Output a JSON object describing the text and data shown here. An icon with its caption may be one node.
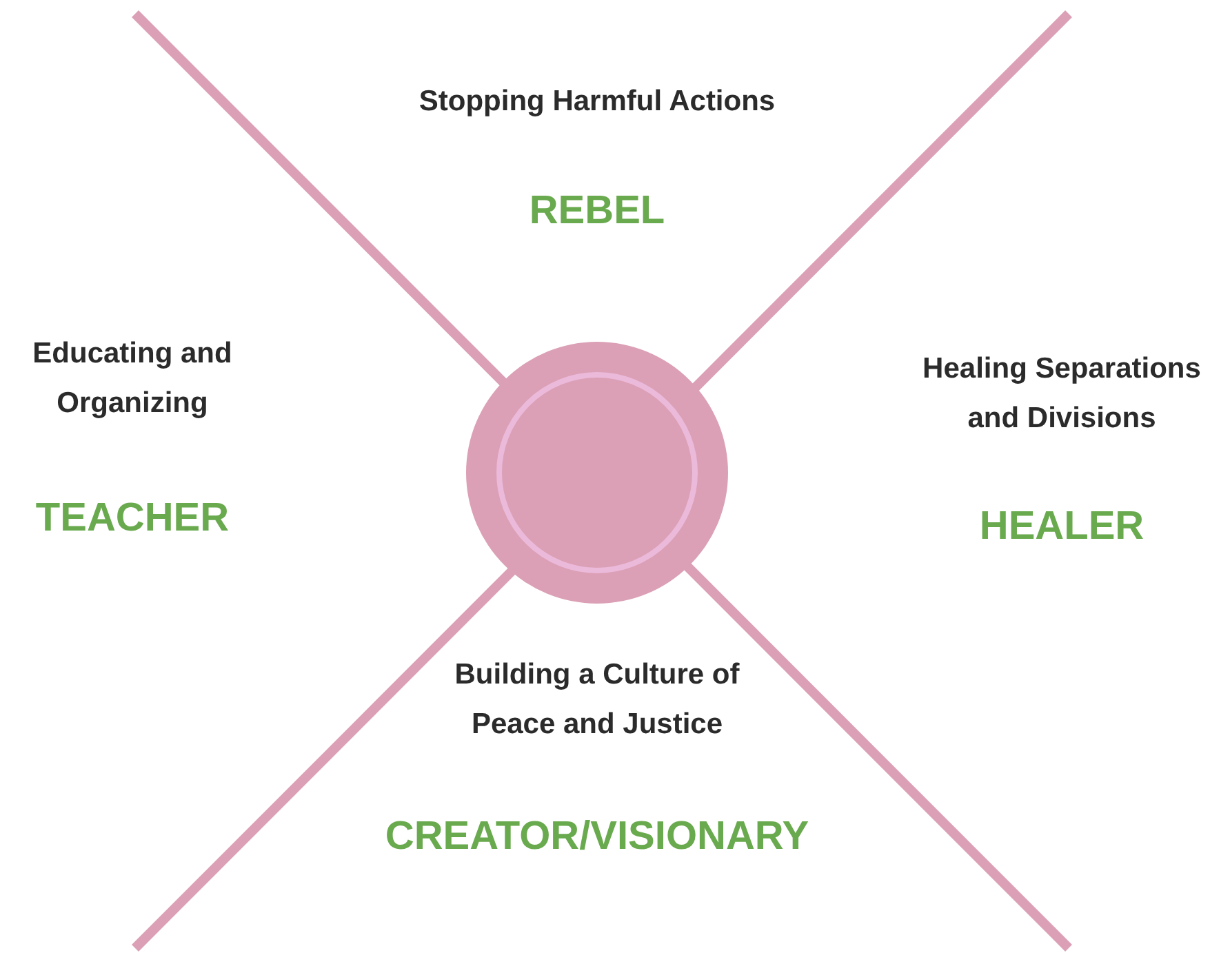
{
  "diagram": {
    "nodes": [
      {
        "text": [],
        "shape": "circle"
      }
    ],
    "labels": [
      "Stopping Harmful Actions",
      "REBEL",
      "Educating and Organizing",
      "TEACHER",
      "Healing Separations and Divisions",
      "HEALER",
      "Building a Culture of Peace and Justice",
      "CREATOR/VISIONARY"
    ]
  }
}
